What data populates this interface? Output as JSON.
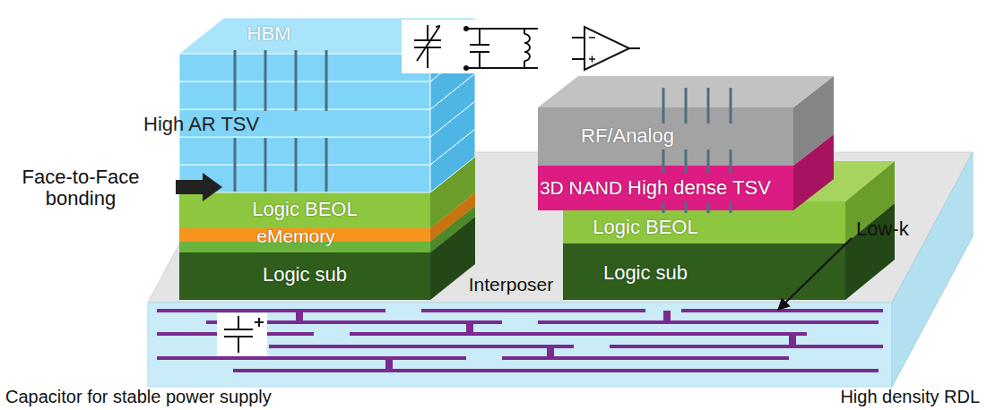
{
  "diagram": {
    "nodes": [
      {
        "text": [
          "HBM"
        ]
      },
      {
        "text": [
          "Logic BEOL"
        ]
      },
      {
        "text": [
          "eMemory"
        ]
      },
      {
        "text": [
          "Logic sub"
        ]
      },
      {
        "text": [
          "RF/Analog"
        ]
      },
      {
        "text": [
          "3D NAND"
        ]
      },
      {
        "text": [
          "Logic BEOL"
        ]
      },
      {
        "text": [
          "Logic sub"
        ]
      },
      {
        "text": [
          "Interposer"
        ]
      }
    ],
    "labels": [
      "High AR TSV",
      "Face-to-Face bonding",
      "High dense TSV",
      "Low-k",
      "Capacitor for stable power supply",
      "High density RDL"
    ]
  }
}
